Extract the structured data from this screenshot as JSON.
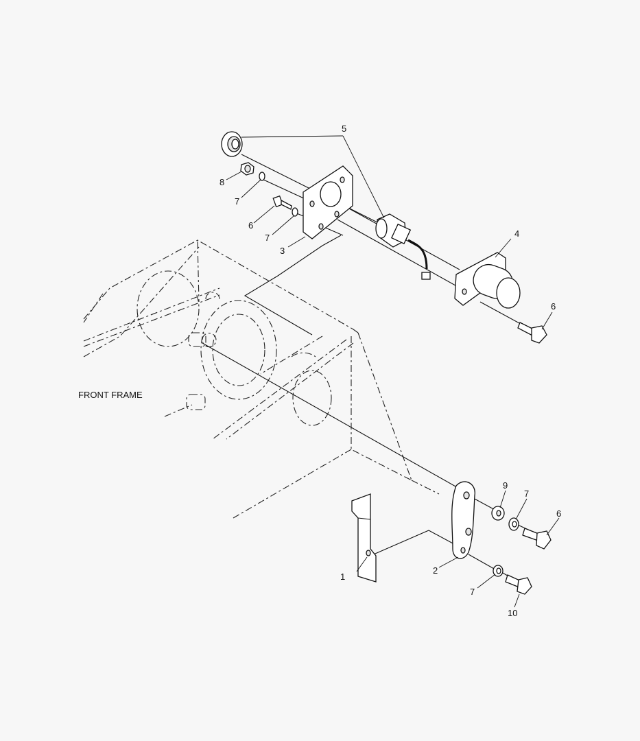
{
  "frame_label": "FRONT FRAME",
  "callouts": {
    "c1": "1",
    "c2": "2",
    "c3": "3",
    "c4": "4",
    "c5": "5",
    "c6a": "6",
    "c6b": "6",
    "c6c": "6",
    "c7a": "7",
    "c7b": "7",
    "c7c": "7",
    "c7d": "7",
    "c8": "8",
    "c9": "9",
    "c10": "10"
  }
}
